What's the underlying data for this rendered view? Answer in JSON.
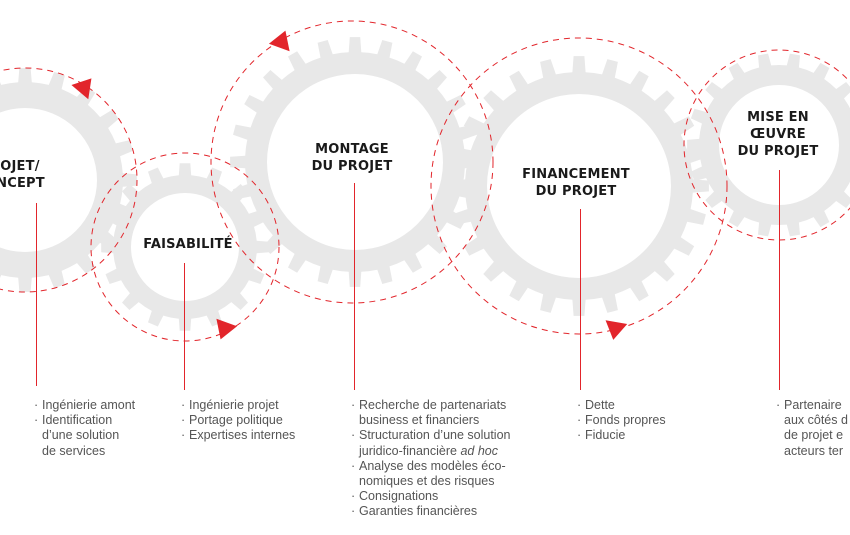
{
  "colors": {
    "accent": "#e2252b",
    "gear": "#e8e8e8",
    "label": "#1a1a1a",
    "text": "#555555"
  },
  "stages": [
    {
      "title": "PROJET/\nCONCEPT",
      "items": [
        {
          "text": "Ingénierie amont"
        },
        {
          "text": "Identification"
        },
        {
          "text": "d’une solution",
          "cont": true
        },
        {
          "text": "de services",
          "cont": true
        }
      ]
    },
    {
      "title": "FAISABILITÉ",
      "items": [
        {
          "text": "Ingénierie projet"
        },
        {
          "text": "Portage politique"
        },
        {
          "text": "Expertises internes"
        }
      ]
    },
    {
      "title": "MONTAGE\nDU PROJET",
      "items": [
        {
          "text": "Recherche de partenariats"
        },
        {
          "text": "business et financiers",
          "cont": true
        },
        {
          "text": "Structuration d’une solution"
        },
        {
          "text": "juridico-financière",
          "cont": true,
          "italic": "ad hoc"
        },
        {
          "text": "Analyse des modèles éco-"
        },
        {
          "text": "nomiques et des risques",
          "cont": true
        },
        {
          "text": "Consignations"
        },
        {
          "text": "Garanties financières"
        }
      ]
    },
    {
      "title": "FINANCEMENT\nDU PROJET",
      "items": [
        {
          "text": "Dette"
        },
        {
          "text": "Fonds propres"
        },
        {
          "text": "Fiducie"
        }
      ]
    },
    {
      "title": "MISE EN\nŒUVRE\nDU PROJET",
      "items": [
        {
          "text": "Partenaire"
        },
        {
          "text": "aux côtés d",
          "cont": true
        },
        {
          "text": "de projet e",
          "cont": true
        },
        {
          "text": "acteurs ter",
          "cont": true
        }
      ]
    }
  ]
}
